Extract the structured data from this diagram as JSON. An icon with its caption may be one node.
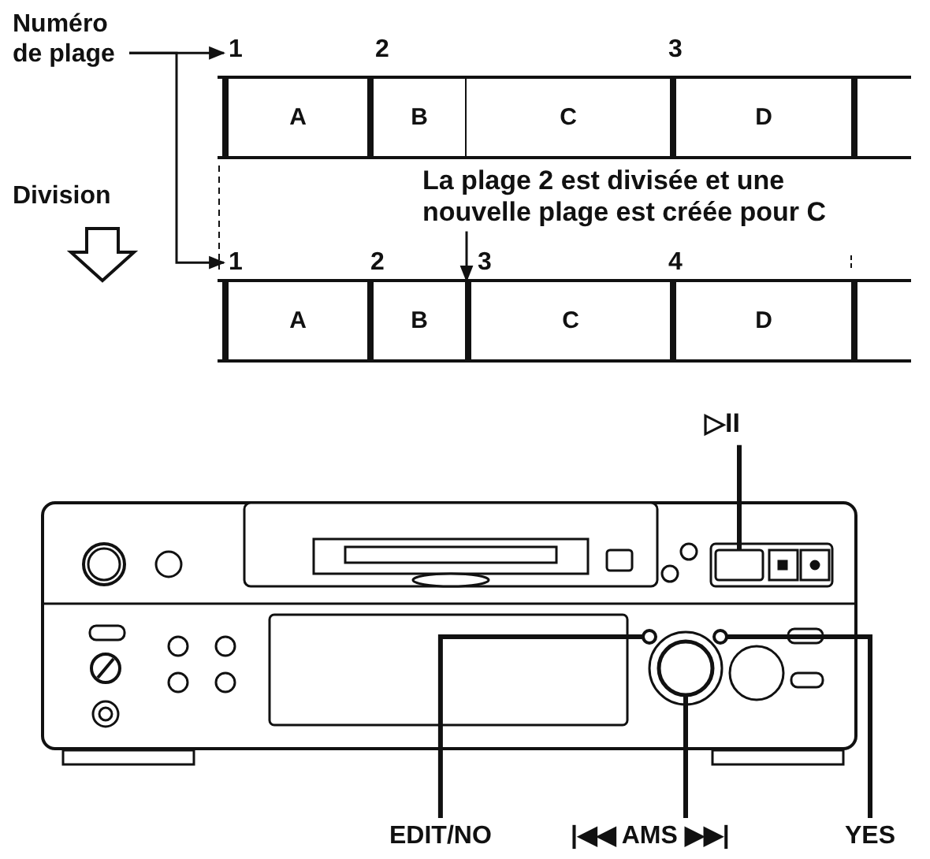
{
  "diagram": {
    "nodes": [
      {
        "text": [
          "Numéro de plage"
        ]
      },
      {
        "text": [
          "1"
        ]
      },
      {
        "text": [],
        "shape": "bar"
      },
      {
        "text": [
          "A"
        ],
        "in": 2
      },
      {
        "text": [
          "B"
        ],
        "in": 2
      },
      {
        "text": [
          "C"
        ],
        "in": 2
      },
      {
        "text": [
          "D"
        ],
        "in": 2
      },
      {
        "text": [
          "La plage 2 est divisée et une nouvelle plage est créée pour C"
        ]
      },
      {
        "text": [
          "1"
        ]
      },
      {
        "text": [],
        "shape": "bar"
      },
      {
        "text": [
          "A"
        ],
        "in": 9
      },
      {
        "text": [
          "B"
        ],
        "in": 9
      },
      {
        "text": [
          "C"
        ],
        "in": 9
      },
      {
        "text": [
          "D"
        ],
        "in": 9
      },
      {
        "text": [
          "▷II"
        ]
      },
      {
        "text": [],
        "shape": "picture"
      },
      {
        "text": [],
        "shape": "box",
        "in": 15
      },
      {
        "text": [],
        "shape": "circle",
        "in": 15
      },
      {
        "text": [],
        "shape": "circle",
        "in": 15
      },
      {
        "text": [],
        "shape": "circle",
        "in": 15
      },
      {
        "text": [
          "EDIT/NO"
        ]
      },
      {
        "text": [
          "|◀◀ AMS ▶▶|"
        ]
      },
      {
        "text": [
          "YES"
        ]
      }
    ],
    "edges": [
      {
        "from": 0,
        "to": 1,
        "arrow": "to"
      },
      {
        "from": 0,
        "to": 8,
        "arrow": "to"
      },
      {
        "from": 7,
        "to": 12,
        "arrow": "to"
      },
      {
        "from": 14,
        "to": 16,
        "arrow": "none"
      },
      {
        "from": 20,
        "to": 17,
        "arrow": "none"
      },
      {
        "from": 21,
        "to": 18,
        "arrow": "none"
      },
      {
        "from": 22,
        "to": 19,
        "arrow": "none"
      }
    ],
    "labels": [
      "2",
      "3",
      "Division",
      "2",
      "3",
      "4"
    ]
  }
}
